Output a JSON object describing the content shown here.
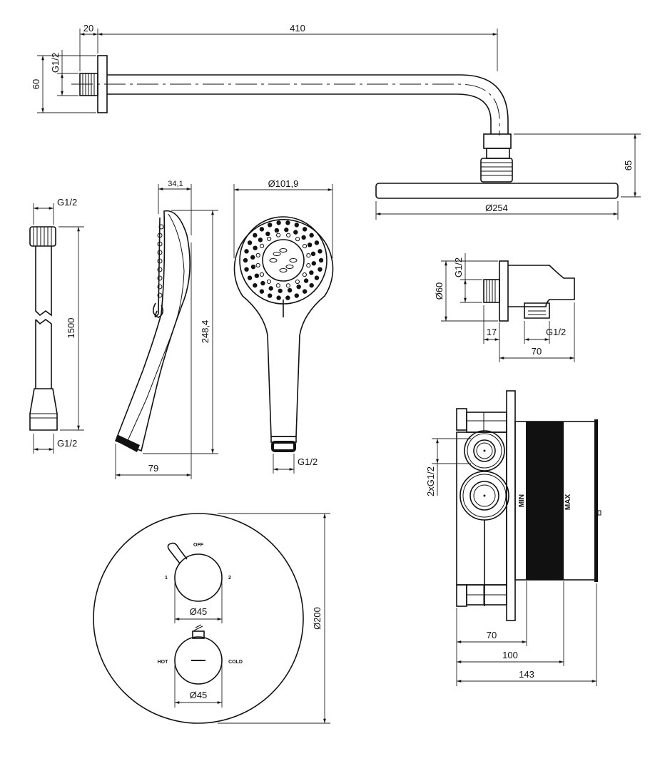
{
  "shower_arm": {
    "d_20": "20",
    "d_410": "410",
    "thread": "G1/2",
    "d_60": "60",
    "d_65": "65",
    "head_diameter": "Ø254"
  },
  "hose": {
    "thread_top": "G1/2",
    "length": "1500",
    "thread_bottom": "G1/2"
  },
  "hand_shower_side": {
    "d_34_1": "34,1",
    "d_248_4": "248,4",
    "d_79": "79"
  },
  "hand_shower_front": {
    "diameter": "Ø101,9",
    "thread": "G1/2"
  },
  "wall_outlet": {
    "thread_in": "G1/2",
    "diameter": "Ø60",
    "d_17": "17",
    "thread_out": "G1/2",
    "d_70": "70"
  },
  "concealed_body": {
    "threads": "2xG1/2",
    "min_label": "MIN",
    "max_label": "MAX",
    "d_70": "70",
    "d_100": "100",
    "d_143": "143"
  },
  "trim_plate": {
    "diverter_off": "OFF",
    "diverter_1": "1",
    "diverter_2": "2",
    "knob1_diameter": "Ø45",
    "hot_label": "HOT",
    "cold_label": "COLD",
    "knob2_diameter": "Ø45",
    "plate_diameter": "Ø200"
  }
}
